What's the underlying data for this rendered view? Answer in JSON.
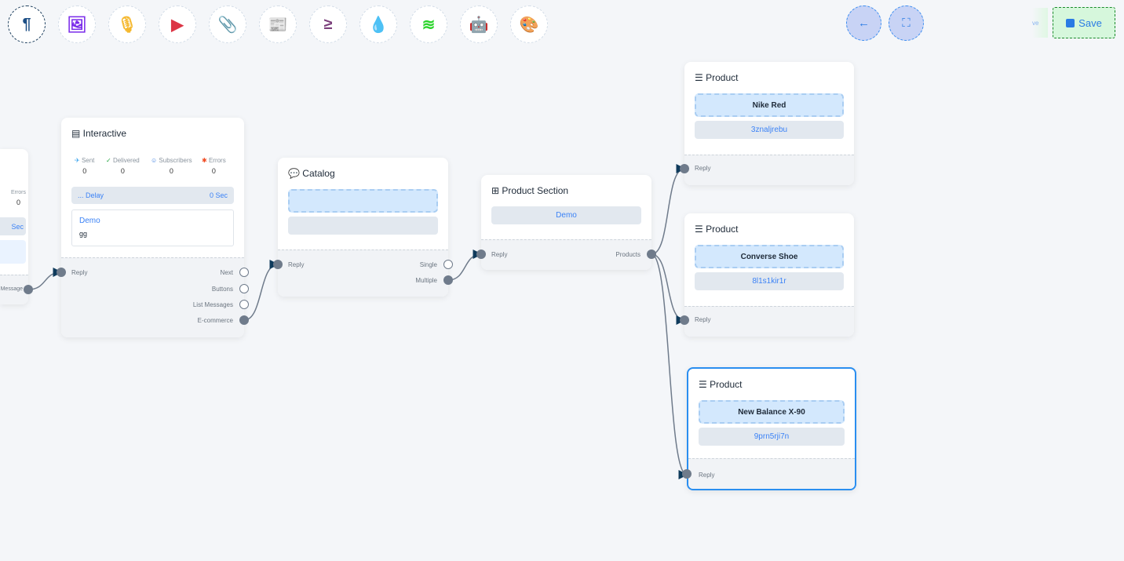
{
  "toolbar": {
    "tools": [
      {
        "icon": "paragraph-icon",
        "glyph": "¶",
        "color": "#1d4f86"
      },
      {
        "icon": "image-icon",
        "glyph": "🖼",
        "color": "#7a2bea"
      },
      {
        "icon": "microphone-icon",
        "glyph": "🎙",
        "color": "#f5b82e"
      },
      {
        "icon": "youtube-icon",
        "glyph": "▶",
        "color": "#dc3545"
      },
      {
        "icon": "paperclip-icon",
        "glyph": "📎",
        "color": "#28a745"
      },
      {
        "icon": "newspaper-icon",
        "glyph": "📰",
        "color": "#ff7b7b"
      },
      {
        "icon": "greater-equal-icon",
        "glyph": "≥",
        "color": "#7b3f7b"
      },
      {
        "icon": "droplet-icon",
        "glyph": "💧",
        "color": "#c8163f"
      },
      {
        "icon": "stack-overflow-icon",
        "glyph": "≋",
        "color": "#2bd42b"
      },
      {
        "icon": "robot-icon",
        "glyph": "🤖",
        "color": "#1414e6"
      },
      {
        "icon": "palette-icon",
        "glyph": "🎨",
        "color": "#12c412"
      }
    ],
    "back_glyph": "←",
    "compress_glyph": "⛶",
    "save_label": "Save",
    "faded_label": "ve"
  },
  "nodes": {
    "partial": {
      "errors_label": "Errors",
      "errors_value": "0",
      "delay_unit": "Sec",
      "port": "Message"
    },
    "interactive": {
      "title": "Interactive",
      "stats": [
        {
          "label": "Sent",
          "value": "0",
          "color": "#3ea6ef",
          "glyph": "✈"
        },
        {
          "label": "Delivered",
          "value": "0",
          "color": "#28a745",
          "glyph": "✓"
        },
        {
          "label": "Subscribers",
          "value": "0",
          "color": "#3b7de0",
          "glyph": "☺"
        },
        {
          "label": "Errors",
          "value": "0",
          "color": "#f04b23",
          "glyph": "✱"
        }
      ],
      "delay_label": "... Delay",
      "delay_value": "0 Sec",
      "message_title": "Demo",
      "message_body": "gg",
      "in_port": "Reply",
      "out_ports": [
        "Next",
        "Buttons",
        "List Messages",
        "E-commerce"
      ]
    },
    "catalog": {
      "title": "Catalog",
      "in_port": "Reply",
      "out_ports": [
        "Single",
        "Multiple"
      ]
    },
    "product_section": {
      "title": "Product Section",
      "chip": "Demo",
      "in_port": "Reply",
      "out_port": "Products"
    },
    "products": [
      {
        "title": "Product",
        "name": "Nike Red",
        "id": "3znaljrebu",
        "in_port": "Reply"
      },
      {
        "title": "Product",
        "name": "Converse Shoe",
        "id": "8l1s1kir1r",
        "in_port": "Reply"
      },
      {
        "title": "Product",
        "name": "New Balance X-90",
        "id": "9prn5rji7n",
        "in_port": "Reply"
      }
    ]
  }
}
